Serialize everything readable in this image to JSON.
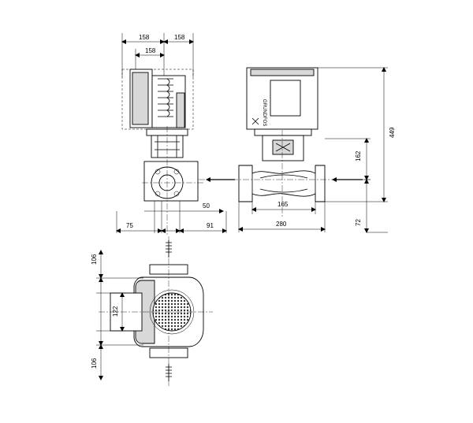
{
  "dimensions": {
    "side_top_left": "158",
    "side_top_right": "158",
    "side_top_inner": "158",
    "side_bottom_left": "75",
    "side_bottom_right": "91",
    "side_offset": "50",
    "front_height_total": "449",
    "front_height_port": "162",
    "front_flange_spacing": "165",
    "front_width": "280",
    "front_base": "72",
    "top_upper": "106",
    "top_center": "122",
    "top_lower": "106"
  }
}
